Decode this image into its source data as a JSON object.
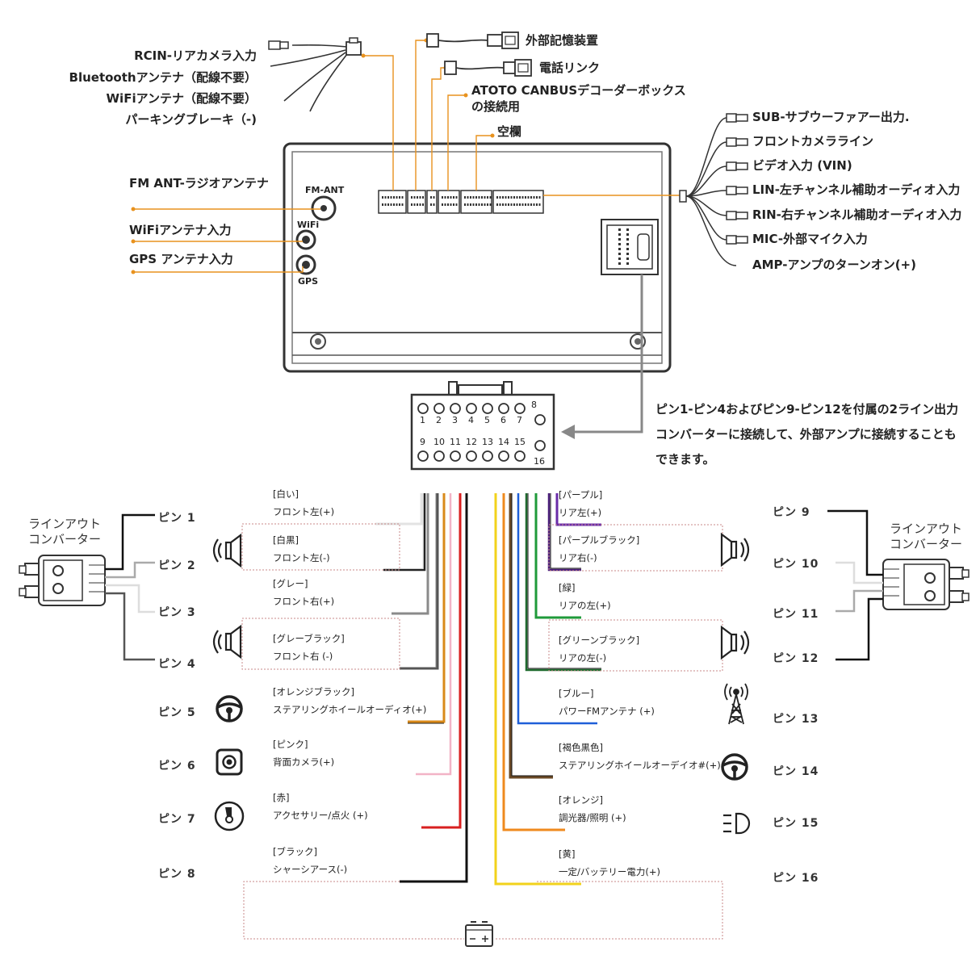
{
  "top_labels": {
    "rcin": "RCIN-リアカメラ入力",
    "bluetooth": "Bluetoothアンテナ（配線不要）",
    "wifi": "WiFiアンテナ（配線不要）",
    "parking": "パーキングブレーキ（-)",
    "ext_storage": "外部記憶装置",
    "phone_link": "電話リンク",
    "canbus_1": "ATOTO CANBUSデコーダーボックス",
    "canbus_2": "の接続用",
    "blank": "空欄"
  },
  "right_labels": [
    "SUB-サブウーファアー出力.",
    "フロントカメラライン",
    "ビデオ入力 (VIN)",
    "LIN-左チャンネル補助オーディオ入力",
    "RIN-右チャンネル補助オーディオ入力",
    "MIC-外部マイク入力",
    "AMP-アンプのターンオン(+)"
  ],
  "left_labels": {
    "fm": "FM ANT-ラジオアンテナ",
    "wifi_in": "WiFiアンテナ入力",
    "gps_in": "GPS アンテナ入力"
  },
  "unit_labels": {
    "fm_ant": "FM-ANT",
    "wifi": "WiFi",
    "gps": "GPS"
  },
  "connector": {
    "top_row": [
      "1",
      "2",
      "3",
      "4",
      "5",
      "6",
      "7"
    ],
    "top_extra": "8",
    "bottom_row": [
      "9",
      "10",
      "11",
      "12",
      "13",
      "14",
      "15"
    ],
    "bottom_extra": "16"
  },
  "note": "ピン1-ピン4およびピン9-ピン12を付属の2ライン出力コンバーターに接続して、外部アンプに接続することもできます。",
  "converter_left": "ラインアウト\nコンバーター",
  "converter_right": "ラインアウト\nコンバーター",
  "left_pins": [
    "ピン 1",
    "ピン 2",
    "ピン 3",
    "ピン 4",
    "ピン 5",
    "ピン 6",
    "ピン 7",
    "ピン 8"
  ],
  "right_pins": [
    "ピン 9",
    "ピン 10",
    "ピン 11",
    "ピン 12",
    "ピン 13",
    "ピン 14",
    "ピン 15",
    "ピン 16"
  ],
  "left_wires": [
    {
      "color_name": "[白い]",
      "desc": "フロント左(+)",
      "hex": "#e3e3e3"
    },
    {
      "color_name": "[白黒]",
      "desc": "フロント左(-)",
      "hex": "#222222"
    },
    {
      "color_name": "[グレー]",
      "desc": "フロント右(+)",
      "hex": "#8a8a8a"
    },
    {
      "color_name": "[グレーブラック]",
      "desc": "フロント右 (-)",
      "hex": "#555555"
    },
    {
      "color_name": "[オレンジブラック]",
      "desc": "ステアリングホイールオーディオ(+)",
      "hex": "#d98a1a"
    },
    {
      "color_name": "[ピンク]",
      "desc": "背面カメラ(+)",
      "hex": "#f2b3c6"
    },
    {
      "color_name": "[赤]",
      "desc": "アクセサリー/点火 (+)",
      "hex": "#d81f1f"
    },
    {
      "color_name": "[ブラック]",
      "desc": "シャーシアース(-)",
      "hex": "#111111"
    }
  ],
  "right_wires": [
    {
      "color_name": "[パープル]",
      "desc": "リア左(+)",
      "hex": "#6a2ca8"
    },
    {
      "color_name": "[パープルブラック]",
      "desc": "リア右(-)",
      "hex": "#4a1f7a"
    },
    {
      "color_name": "[緑]",
      "desc": "リアの左(+)",
      "hex": "#1f9a3a"
    },
    {
      "color_name": "[グリーンブラック]",
      "desc": "リアの左(-)",
      "hex": "#1f6a2e"
    },
    {
      "color_name": "[ブルー]",
      "desc": "パワーFMアンテナ (+)",
      "hex": "#1f5fd8"
    },
    {
      "color_name": "[褐色黒色]",
      "desc": "ステアリングホイールオーデイオ#(+)",
      "hex": "#6b4a26"
    },
    {
      "color_name": "[オレンジ]",
      "desc": "調光器/照明 (+)",
      "hex": "#ef8a1e"
    },
    {
      "color_name": "[黄]",
      "desc": "一定/バッテリー電力(+)",
      "hex": "#f2d21b"
    }
  ],
  "colors": {
    "accent": "#e8921e",
    "dashed": "#c98a8a",
    "outline": "#333333"
  }
}
